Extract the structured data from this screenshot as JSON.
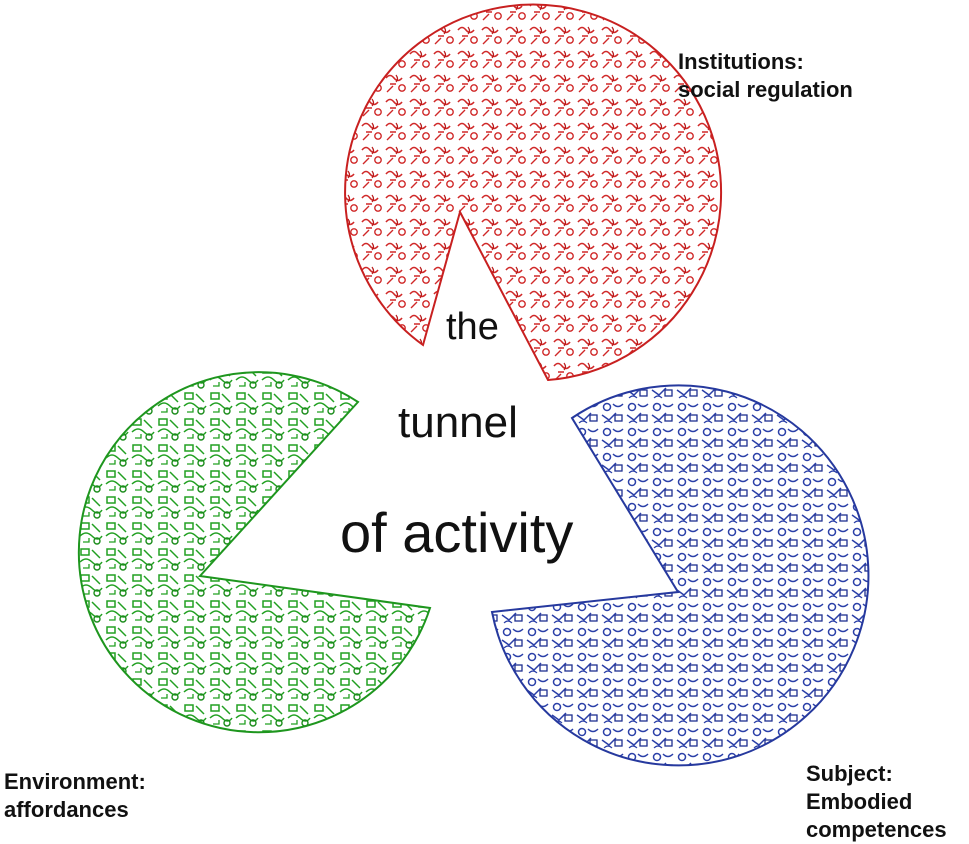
{
  "center_text": {
    "line1": "the",
    "line2": "tunnel",
    "line3": "of activity"
  },
  "labels": {
    "institutions": {
      "title": "Institutions:",
      "subtitle": "social regulation",
      "color": "#cc2222"
    },
    "environment": {
      "title": "Environment:",
      "subtitle": "affordances",
      "color": "#22a022"
    },
    "subject": {
      "title": "Subject:",
      "line2": "Embodied",
      "line3": "competences",
      "color": "#2a3fa8"
    }
  }
}
